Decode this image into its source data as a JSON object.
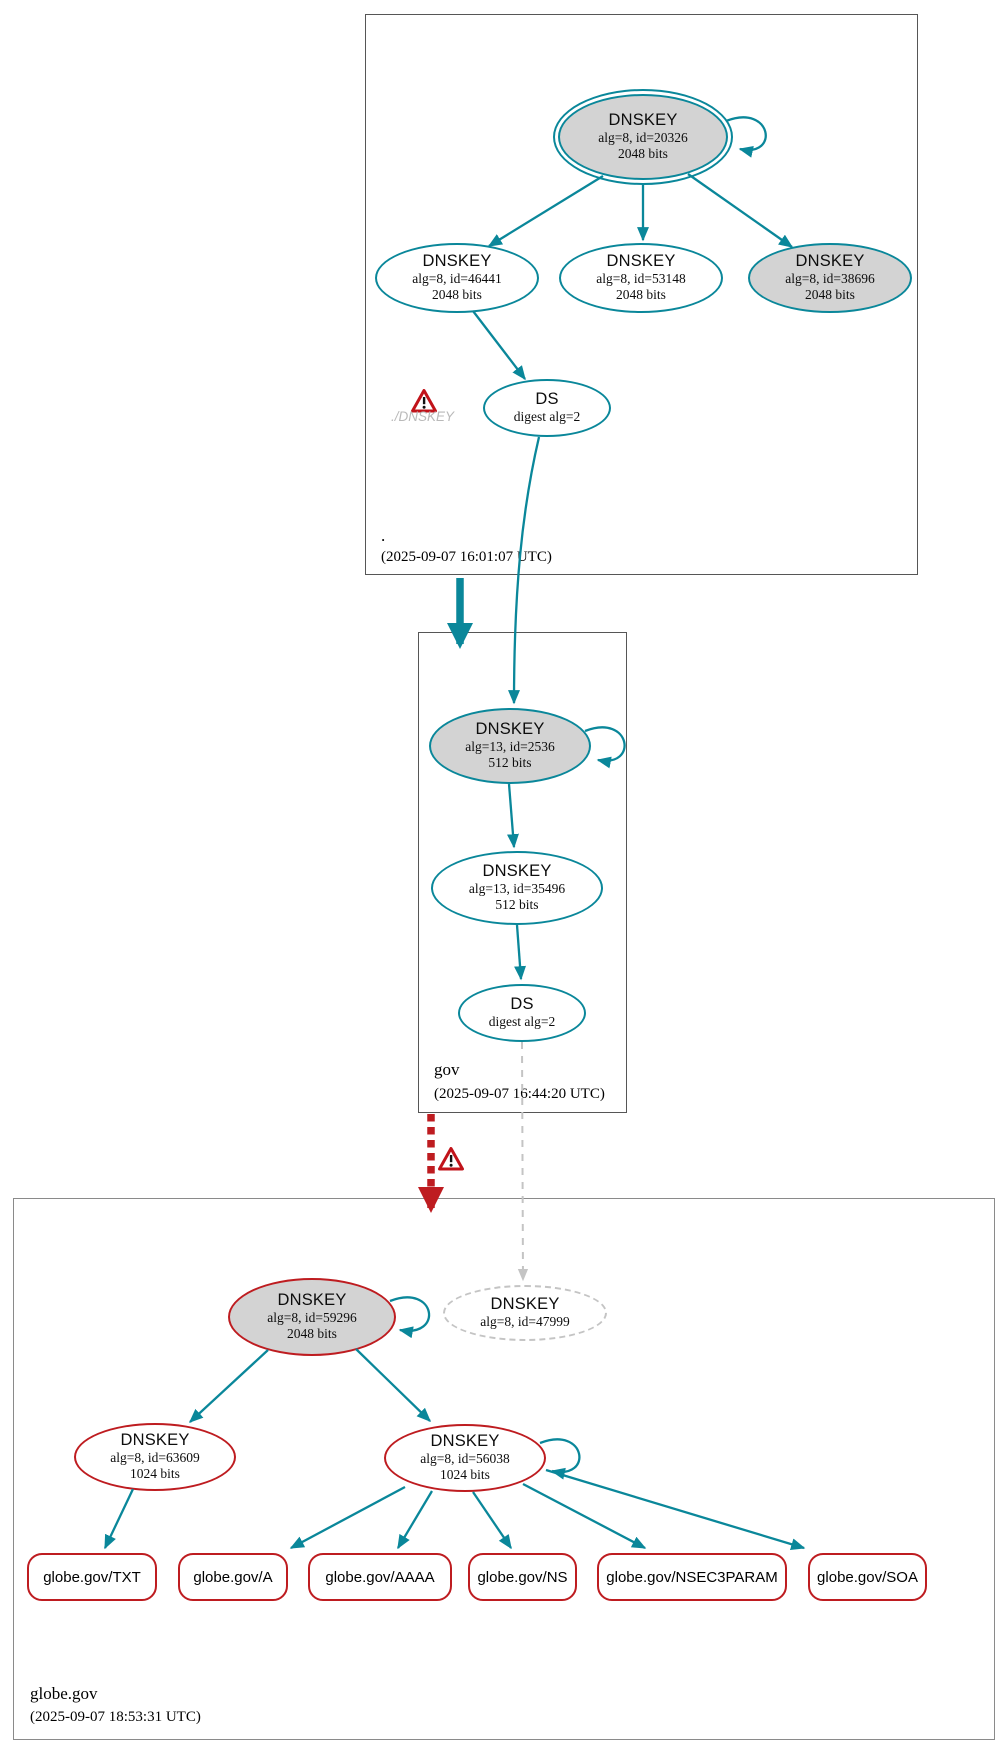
{
  "zones": {
    "root": {
      "name": ".",
      "timestamp": "(2025-09-07 16:01:07 UTC)"
    },
    "gov": {
      "name": "gov",
      "timestamp": "(2025-09-07 16:44:20 UTC)"
    },
    "globe": {
      "name": "globe.gov",
      "timestamp": "(2025-09-07 18:53:31 UTC)"
    }
  },
  "nodes": {
    "root_ksk": {
      "label": "DNSKEY",
      "detail": "alg=8, id=20326",
      "bits": "2048 bits"
    },
    "root_key_46441": {
      "label": "DNSKEY",
      "detail": "alg=8, id=46441",
      "bits": "2048 bits"
    },
    "root_key_53148": {
      "label": "DNSKEY",
      "detail": "alg=8, id=53148",
      "bits": "2048 bits"
    },
    "root_key_38696": {
      "label": "DNSKEY",
      "detail": "alg=8, id=38696",
      "bits": "2048 bits"
    },
    "root_ds": {
      "label": "DS",
      "detail": "digest alg=2"
    },
    "gov_ksk": {
      "label": "DNSKEY",
      "detail": "alg=13, id=2536",
      "bits": "512 bits"
    },
    "gov_zsk": {
      "label": "DNSKEY",
      "detail": "alg=13, id=35496",
      "bits": "512 bits"
    },
    "gov_ds": {
      "label": "DS",
      "detail": "digest alg=2"
    },
    "globe_ksk": {
      "label": "DNSKEY",
      "detail": "alg=8, id=59296",
      "bits": "2048 bits"
    },
    "globe_missing": {
      "label": "DNSKEY",
      "detail": "alg=8, id=47999"
    },
    "globe_zsk_63609": {
      "label": "DNSKEY",
      "detail": "alg=8, id=63609",
      "bits": "1024 bits"
    },
    "globe_zsk_56038": {
      "label": "DNSKEY",
      "detail": "alg=8, id=56038",
      "bits": "1024 bits"
    }
  },
  "rrsets": [
    {
      "label": "globe.gov/TXT"
    },
    {
      "label": "globe.gov/A"
    },
    {
      "label": "globe.gov/AAAA"
    },
    {
      "label": "globe.gov/NS"
    },
    {
      "label": "globe.gov/NSEC3PARAM"
    },
    {
      "label": "globe.gov/SOA"
    }
  ],
  "warnings": {
    "root_dnskey": "./DNSKEY"
  },
  "colors": {
    "secure_teal": "#0a879a",
    "bogus_red": "#be1c20",
    "key_fill_gray": "#d3d3d3",
    "missing_gray": "#c4c4c4"
  }
}
